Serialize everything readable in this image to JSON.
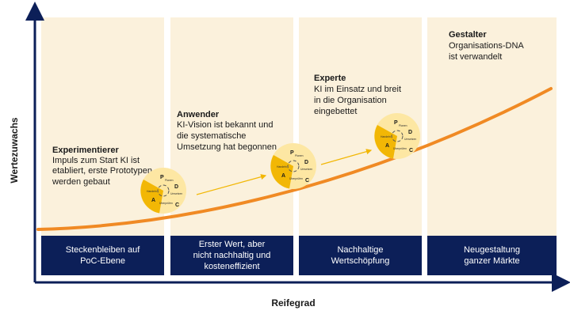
{
  "axes": {
    "y_label": "Wertezuwachs",
    "x_label": "Reifegrad"
  },
  "colors": {
    "panel_background": "#fbf1dc",
    "box_background": "#0c1f58",
    "curve": "#f08a24",
    "arrow": "#f2b705",
    "axis": "#0c1f58",
    "cycle_fill": "#fde7a3",
    "cycle_highlight": "#f2b705"
  },
  "stages": [
    {
      "title": "Experimentierer",
      "description": [
        "Impuls zum Start KI ist",
        "etabliert, erste Prototypen",
        "werden gebaut"
      ],
      "box": [
        "Steckenbleiben auf",
        "PoC-Ebene"
      ]
    },
    {
      "title": "Anwender",
      "description": [
        "KI-Vision ist bekannt und",
        "die systematische",
        "Umsetzung hat begonnen"
      ],
      "box": [
        "Erster Wert, aber",
        "nicht nachhaltig und",
        "kosteneffizient"
      ]
    },
    {
      "title": "Experte",
      "description": [
        "KI im Einsatz und breit",
        "in die Organisation",
        "eingebettet"
      ],
      "box": [
        "Nachhaltige",
        "Wertschöpfung"
      ]
    },
    {
      "title": "Gestalter",
      "description": [
        "Organisations-DNA",
        "ist verwandelt"
      ],
      "box": [
        "Neugestaltung",
        "ganzer Märkte"
      ]
    }
  ],
  "cycle": {
    "letters": [
      "P",
      "D",
      "C",
      "A"
    ],
    "words": [
      "Planen",
      "Umsetzen",
      "Überprüfen",
      "Handeln"
    ],
    "icons": [
      "refresh-cycle-icon"
    ]
  }
}
